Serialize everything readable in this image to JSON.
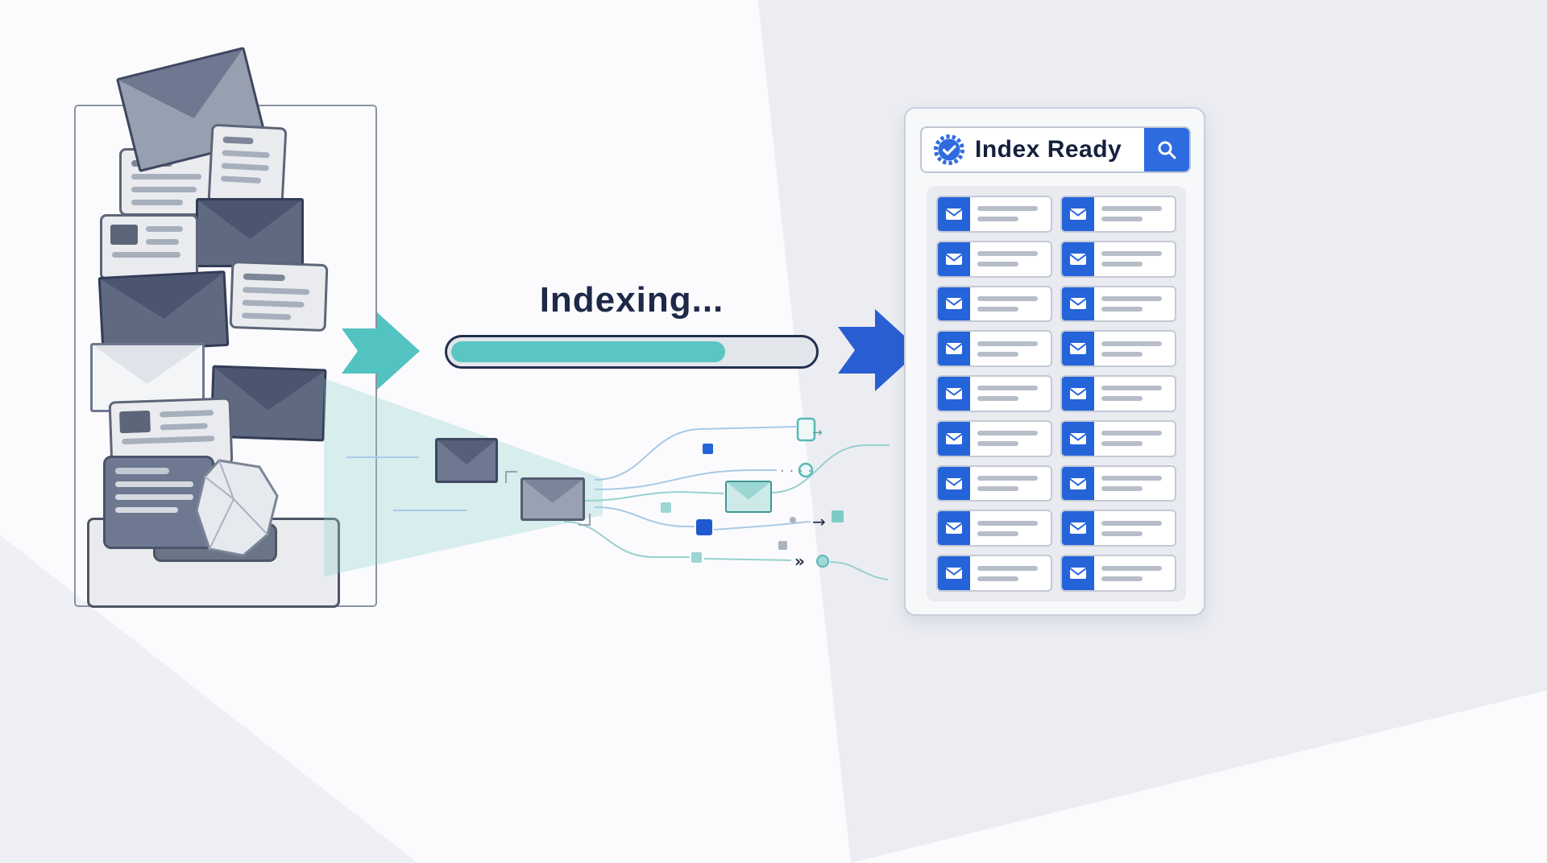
{
  "indexing": {
    "title": "Indexing...",
    "progress_percent": 76,
    "bar_color": "#5ac6c2",
    "track_color": "#e2e5ea"
  },
  "index_panel": {
    "header": {
      "label": "Index Ready"
    },
    "grid": {
      "columns": 2,
      "rows": 9
    }
  },
  "icons": {
    "flow_arrow_left": "arrow-right-teal",
    "flow_arrow_right": "arrow-right-blue",
    "header_badge": "verified-check-badge",
    "header_search": "magnifier",
    "email_item": "envelope"
  },
  "colors": {
    "teal": "#57c5c1",
    "blue": "#2563d9",
    "ink": "#1d2947",
    "panel_background": "#f7f8fa",
    "grid_background": "#e9ebf1",
    "line_gray": "#b7bdc9"
  }
}
